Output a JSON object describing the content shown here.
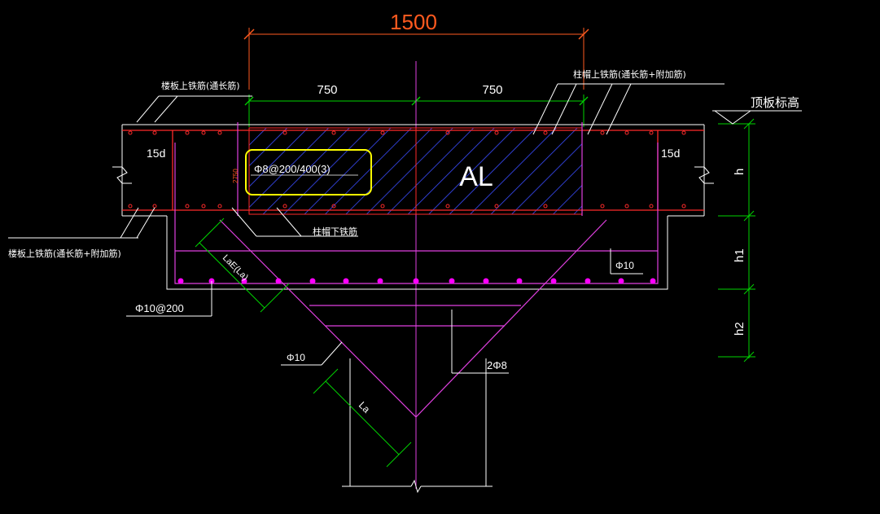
{
  "dimensions": {
    "total": "1500",
    "left_half": "750",
    "right_half": "750",
    "side_small": "2750"
  },
  "labels": {
    "slab_top_rebar": "楼板上铁筋(通长筋)",
    "cap_top_rebar": "柱帽上铁筋(通长筋+附加筋)",
    "roof_elevation": "顶板标高",
    "slab_bottom_rebar": "楼板上铁筋(通长筋+附加筋)",
    "cap_bottom_rebar": "柱帽下铁筋",
    "anchor_left": "15d",
    "anchor_right": "15d",
    "stirrup_spec": "Φ8@200/400(3)",
    "beam_mark": "AL",
    "level_h": "h",
    "level_h1": "h1",
    "level_h2": "h2",
    "rebar_phi10": "Φ10",
    "rebar_phi10_200": "Φ10@200",
    "rebar_phi10_lower": "Φ10",
    "rebar_2phi8": "2Φ8",
    "lae": "LaE(La)",
    "la": "La"
  },
  "colors": {
    "background": "#000000",
    "white": "#ffffff",
    "red": "#ff2a2a",
    "orange": "#ff5a1f",
    "green": "#00d400",
    "magenta": "#e040e0",
    "blue": "#3a4cff",
    "yellow": "#ffff00"
  }
}
